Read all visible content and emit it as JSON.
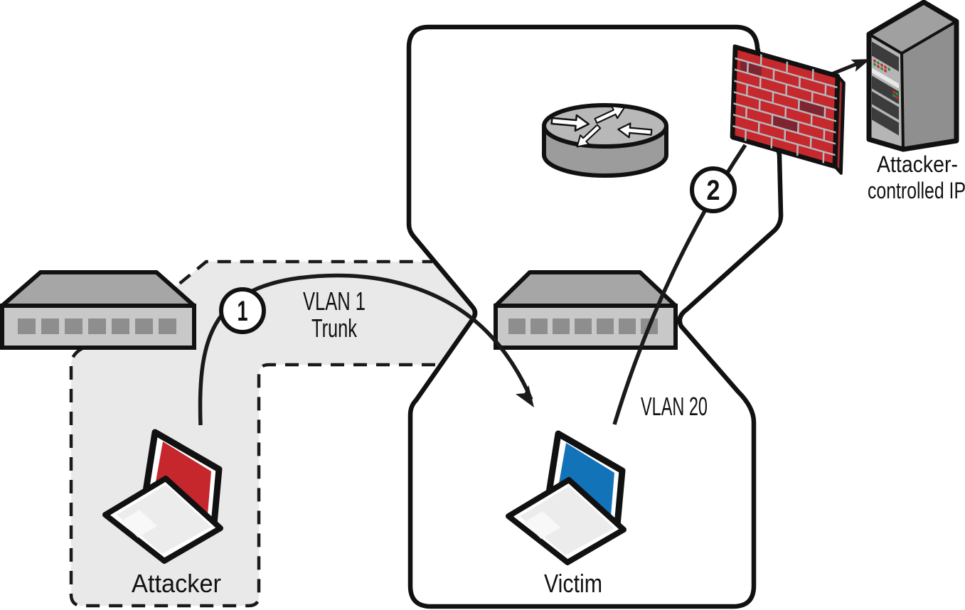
{
  "diagram": {
    "title": "VLAN hopping attack diagram",
    "labels": {
      "attacker": "Attacker",
      "victim": "Victim",
      "vlan1_line1": "VLAN 1",
      "vlan1_line2": "Trunk",
      "vlan20": "VLAN 20",
      "server_line1": "Attacker-",
      "server_line2": "controlled IP"
    },
    "badges": {
      "step1": "1",
      "step2": "2"
    },
    "colors": {
      "attacker_red": "#c5272d",
      "victim_blue": "#1273b9",
      "firewall_brick": "#c5282d",
      "firewall_brick_dark": "#7d2530",
      "firewall_side": "#9b2b30",
      "mortar": "#b6b7b9",
      "trunk_region_gray": "#e9e9e9",
      "outline_black": "#111111"
    }
  }
}
